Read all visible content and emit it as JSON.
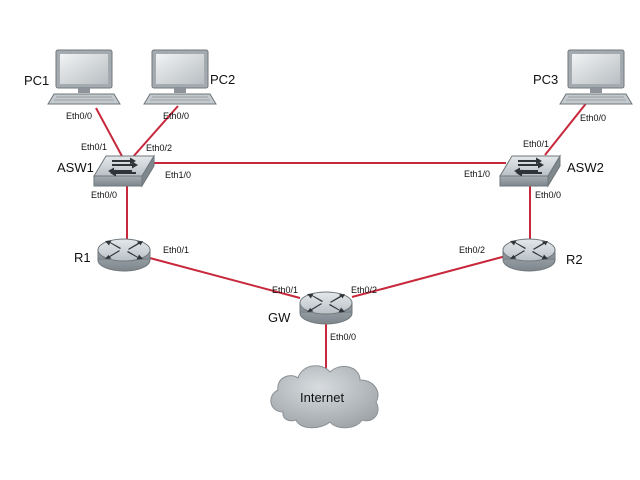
{
  "colors": {
    "link": "#c8283c",
    "device_body": "#9ea7ad",
    "device_top": "#c9d0d5",
    "monitor_frame": "#a9afb3",
    "monitor_screen": "#dfe3e6",
    "cloud": "#b7bcc0"
  },
  "nodes": {
    "pc1": {
      "label": "PC1",
      "icon": "pc-icon"
    },
    "pc2": {
      "label": "PC2",
      "icon": "pc-icon"
    },
    "pc3": {
      "label": "PC3",
      "icon": "pc-icon"
    },
    "asw1": {
      "label": "ASW1",
      "icon": "switch-icon"
    },
    "asw2": {
      "label": "ASW2",
      "icon": "switch-icon"
    },
    "r1": {
      "label": "R1",
      "icon": "router-icon"
    },
    "r2": {
      "label": "R2",
      "icon": "router-icon"
    },
    "gw": {
      "label": "GW",
      "icon": "router-icon"
    },
    "internet": {
      "label": "Internet",
      "icon": "cloud-icon"
    }
  },
  "ports": {
    "pc1_eth00": "Eth0/0",
    "pc2_eth00": "Eth0/0",
    "pc3_eth00": "Eth0/0",
    "asw1_eth01": "Eth0/1",
    "asw1_eth02": "Eth0/2",
    "asw1_eth10": "Eth1/0",
    "asw1_eth00": "Eth0/0",
    "asw2_eth01": "Eth0/1",
    "asw2_eth10": "Eth1/0",
    "asw2_eth00": "Eth0/0",
    "r1_eth01": "Eth0/1",
    "r2_eth02": "Eth0/2",
    "gw_eth01": "Eth0/1",
    "gw_eth02": "Eth0/2",
    "gw_eth00": "Eth0/0"
  }
}
